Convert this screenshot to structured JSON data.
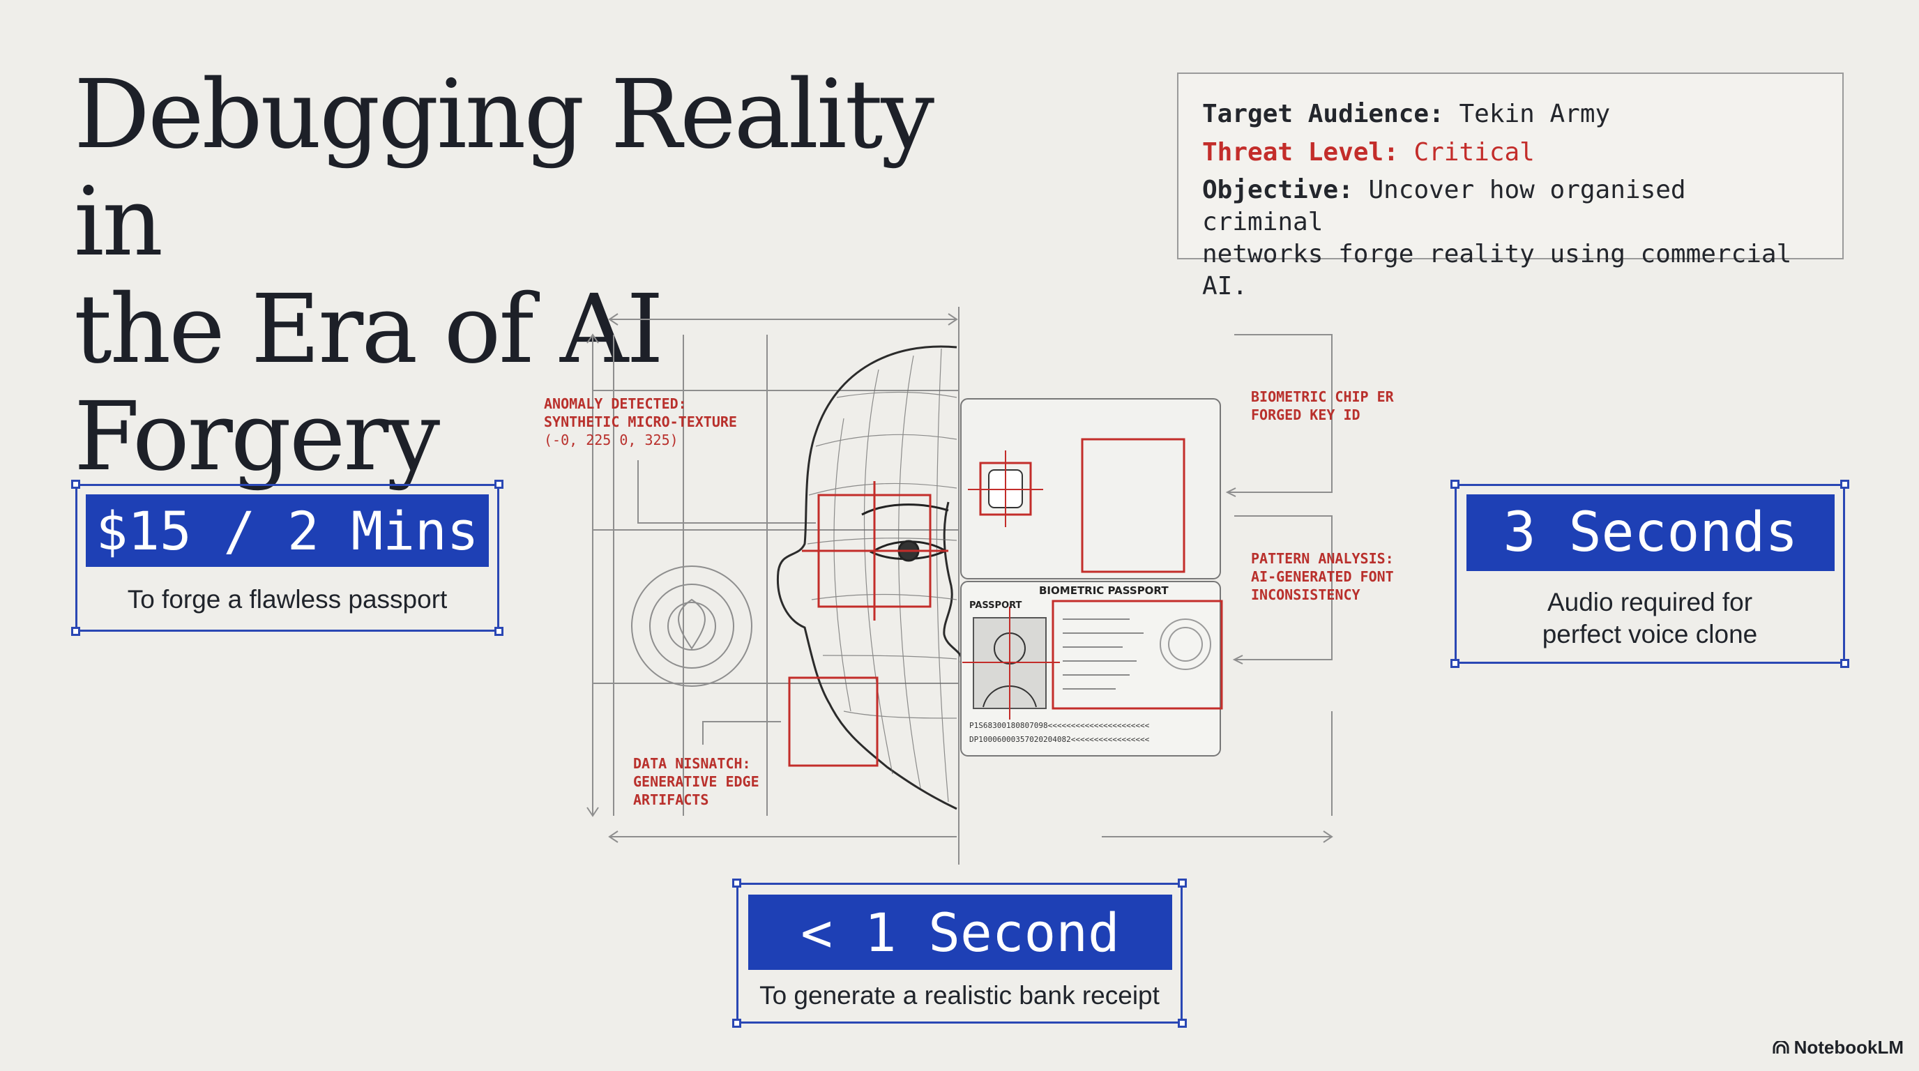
{
  "title": {
    "line1": "Debugging Reality in",
    "line2": "the Era of AI Forgery"
  },
  "brief": {
    "audience_label": "Target Audience:",
    "audience_value": "Tekin Army",
    "threat_label": "Threat Level:",
    "threat_value": "Critical",
    "objective_label": "Objective:",
    "objective_line1": "Uncover how organised criminal",
    "objective_line2": "networks forge reality using commercial AI."
  },
  "stats": {
    "passport": {
      "value": "$15 / 2 Mins",
      "caption": "To forge a flawless passport"
    },
    "voice": {
      "value": "3 Seconds",
      "caption_line1": "Audio required for",
      "caption_line2": "perfect voice clone"
    },
    "receipt": {
      "value": "< 1 Second",
      "caption": "To generate a realistic bank receipt"
    }
  },
  "annotations": {
    "anomaly": [
      "ANOMALY DETECTED:",
      "SYNTHETIC MICRO-TEXTURE",
      "(-0, 225 0, 325)"
    ],
    "chip": [
      "BIOMETRIC CHIP ERROR:",
      "FORGED KEY ID"
    ],
    "pattern": [
      "PATTERN ANALYSIS:",
      "AI-GENERATED FONT",
      "INCONSISTENCY"
    ],
    "mismatch": [
      "DATA NISNATCH:",
      "GENERATIVE EDGE",
      "ARTIFACTS"
    ]
  },
  "passport_doc": {
    "header": "BIOMETRIC PASSPORT",
    "type_label": "PASSPORT",
    "mrz1": "P1S68300180807098<<<<<<<<<<<<<<<<<<<<<<",
    "mrz2": "DP10006000357020204082<<<<<<<<<<<<<<<<<"
  },
  "brand": {
    "logo_text": "NotebookLM"
  },
  "colors": {
    "accent_blue": "#1e40b5",
    "alert_red": "#c32d2a",
    "background": "#efeeea"
  }
}
